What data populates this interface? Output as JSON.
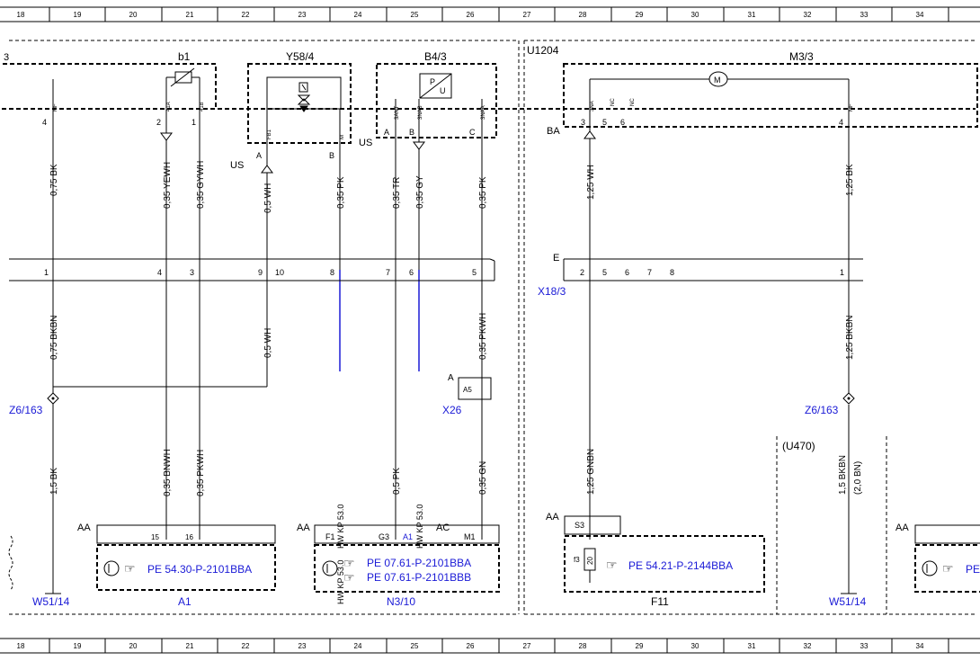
{
  "ruler": {
    "top": [
      "18",
      "19",
      "20",
      "21",
      "22",
      "23",
      "24",
      "25",
      "26",
      "27",
      "28",
      "29",
      "30",
      "31",
      "32",
      "33",
      "34"
    ],
    "bottom": [
      "18",
      "19",
      "20",
      "21",
      "22",
      "23",
      "24",
      "25",
      "26",
      "27",
      "28",
      "29",
      "30",
      "31",
      "32",
      "33",
      "34"
    ]
  },
  "components": {
    "b1": "b1",
    "y58": "Y58/4",
    "b43": "B4/3",
    "u1204": "U1204",
    "m33": "M3/3",
    "x183": "X18/3",
    "z6_left": "Z6/163",
    "z6_right": "Z6/163",
    "x26": "X26",
    "u470": "(U470)",
    "w51_left": "W51/14",
    "w51_right": "W51/14",
    "a1": "A1",
    "n310": "N3/10",
    "f11": "F11",
    "partial_left": "3"
  },
  "labels": {
    "us1": "US",
    "us2": "US",
    "ba": "BA",
    "e": "E",
    "aa1": "AA",
    "aa2": "AA",
    "ac": "AC",
    "aa3": "AA",
    "aa4": "AA",
    "a_x26": "A",
    "a5": "A5",
    "s3": "S3",
    "f3": "f3",
    "fuse20": "20"
  },
  "wires": {
    "w1": "0,75 BK",
    "w2": "0,35 YEWH",
    "w3": "0,35 GYWH",
    "w4": "0,5 WH",
    "w5": "0,35 PK",
    "w6": "0,35 TR",
    "w7": "0,35 GY",
    "w8": "0,35 PK",
    "w9": "1,25 WH",
    "w10": "1,25 BK",
    "w11": "0,75 BKBN",
    "w12": "0,5 WH",
    "w13": "0,35 PKWH",
    "w14": "1,25 BKBN",
    "w15": "1,5 BK",
    "w16": "0,35 BNWH",
    "w17": "0,35 PKWH",
    "w18": "0,5 PK",
    "w19": "0,35 GN",
    "w20": "1,25 GNBN",
    "w21": "1,5 BKBN",
    "w21b": "(2,0 BN)",
    "hw1": "HW KP 53.0",
    "hw2": "HW KP 53.0",
    "hw3": "HW KP 53.0"
  },
  "pins": {
    "p4a": "4",
    "p2a": "2",
    "p1a": "1",
    "pA": "A",
    "pB": "B",
    "pA2": "A",
    "pB2": "B",
    "pC": "C",
    "p3m": "3",
    "p5m": "5",
    "p6m": "6",
    "p4m": "4",
    "c1": "1",
    "c4": "4",
    "c3": "3",
    "c9": "9",
    "c10": "10",
    "c8": "8",
    "c7": "7",
    "c6": "6",
    "c5": "5",
    "x2": "2",
    "x5": "5",
    "x6": "6",
    "x7": "7",
    "x8": "8",
    "x1": "1",
    "a15": "15",
    "a16": "16",
    "nF1": "F1",
    "nG3": "G3",
    "nA1": "A1",
    "nM1": "M1"
  },
  "pin_names": {
    "mf1": "MF",
    "n41a": "41A",
    "n41b": "41B",
    "fb1": "FB1",
    "m1": "M",
    "ant": "3ANT",
    "nab": "3NAB",
    "naa": "3NAA",
    "na": "3NA",
    "nc1": "NC",
    "nc2": "NC",
    "mf2": "MF"
  },
  "references": {
    "a1_ref": "PE 54.30-P-2101BBA",
    "n310_ref1": "PE 07.61-P-2101BBA",
    "n310_ref2": "PE 07.61-P-2101BBB",
    "f11_ref": "PE 54.21-P-2144BBA",
    "partial_ref": "PE"
  },
  "icons": {
    "hand": "☞",
    "motor": "M",
    "pu_p": "P",
    "pu_u": "U"
  }
}
